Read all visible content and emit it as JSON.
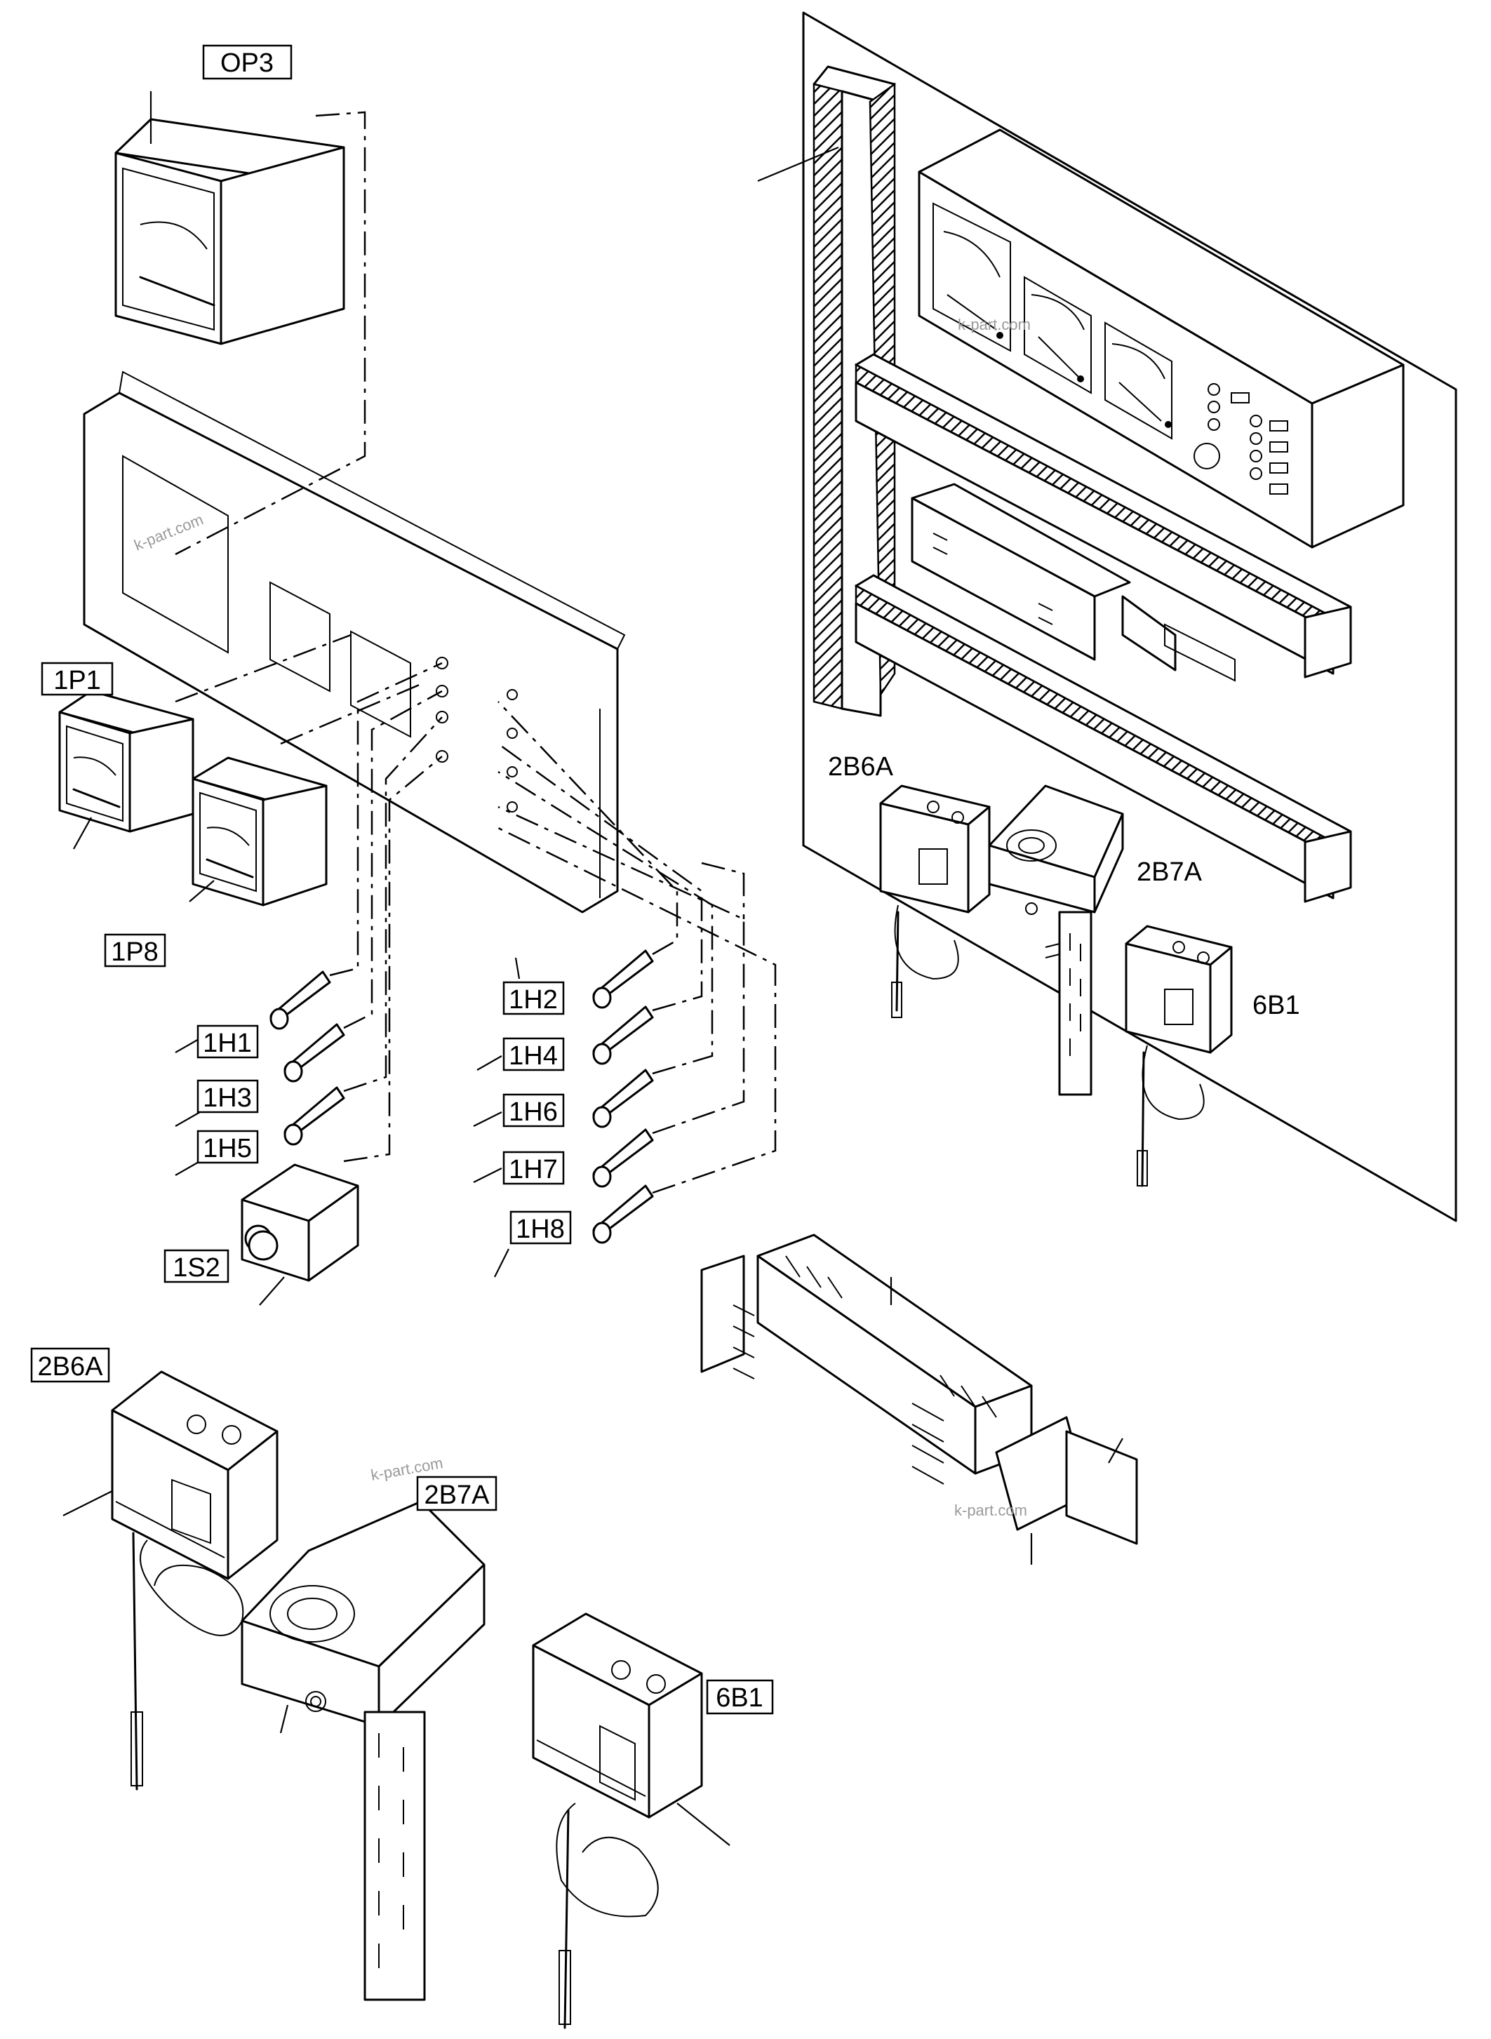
{
  "callouts": {
    "op3": "OP3",
    "p1_1": "1P1",
    "p8_1": "1P8",
    "h1": "1H1",
    "h2": "1H2",
    "h3": "1H3",
    "h4": "1H4",
    "h5": "1H5",
    "h6": "1H6",
    "h7": "1H7",
    "h8": "1H8",
    "s2": "1S2",
    "b6a_small": "2B6A",
    "b7a_small": "2B7A",
    "b61_small": "6B1",
    "b6a_large": "2B6A",
    "b7a_large": "2B7A",
    "b61_large": "6B1"
  },
  "watermark": {
    "text": "k-part.com"
  },
  "colors": {
    "line": "#000000",
    "background": "#ffffff",
    "watermark": "#9a9a9a"
  }
}
